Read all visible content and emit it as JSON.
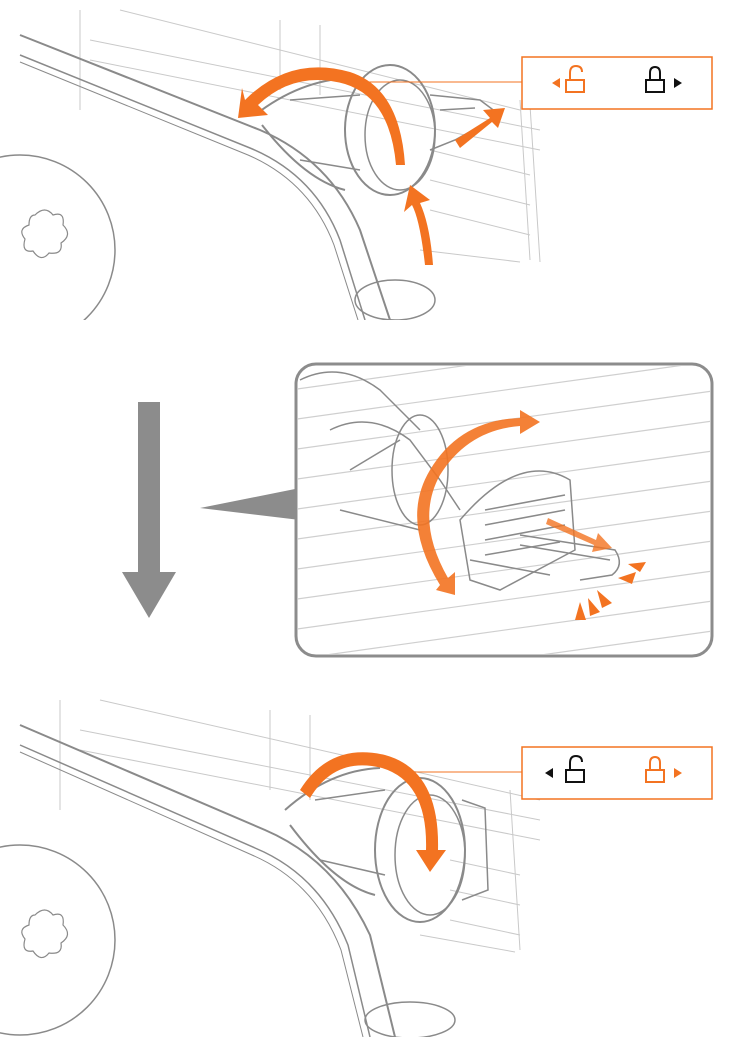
{
  "colors": {
    "accent": "#F37321",
    "line": "#6e6e6e",
    "light_line": "#c9c9c9",
    "arrow_gray": "#8c8c8c",
    "black": "#111111"
  },
  "steps": [
    {
      "id": "step-1",
      "indicator": {
        "left": {
          "direction": "left",
          "icon": "lock-open-icon",
          "color": "#F37321"
        },
        "right": {
          "direction": "right",
          "icon": "lock-closed-icon",
          "color": "#111111"
        }
      },
      "arrows": [
        "rotate-knob-counterclockwise",
        "push-clip-in",
        "rotate-base"
      ]
    },
    {
      "id": "step-2-detail",
      "arrows": [
        "rotate-knob",
        "clip-slide-out"
      ]
    },
    {
      "id": "step-3",
      "indicator": {
        "left": {
          "direction": "left",
          "icon": "lock-open-icon",
          "color": "#111111"
        },
        "right": {
          "direction": "right",
          "icon": "lock-closed-icon",
          "color": "#F37321"
        }
      },
      "arrows": [
        "rotate-knob-clockwise"
      ]
    }
  ],
  "flow_arrow": {
    "direction": "down",
    "color": "#8c8c8c"
  }
}
